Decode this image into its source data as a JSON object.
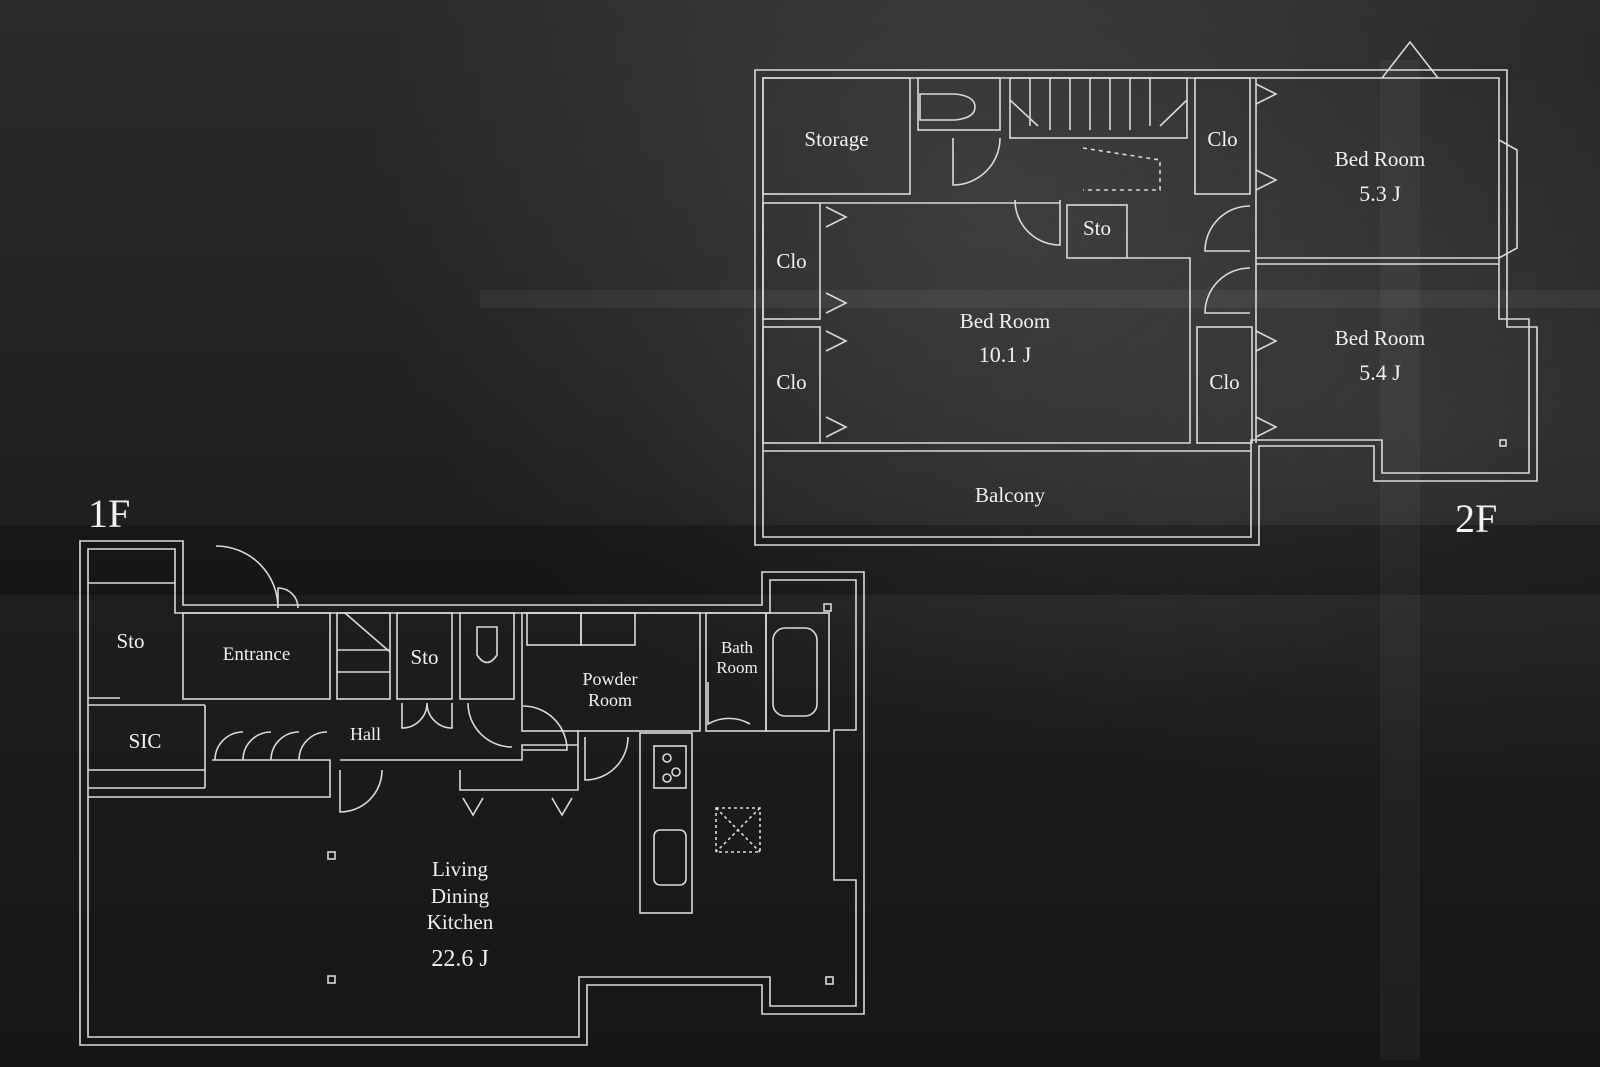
{
  "floors": {
    "first": "1F",
    "second": "2F"
  },
  "rooms_2f": {
    "storage": "Storage",
    "clo_top": "Clo",
    "bed_a": "Bed Room",
    "bed_a_size": "5.3 J",
    "clo_left_1": "Clo",
    "sto": "Sto",
    "bed_main": "Bed Room",
    "bed_main_size": "10.1 J",
    "clo_left_2": "Clo",
    "clo_right": "Clo",
    "bed_b": "Bed Room",
    "bed_b_size": "5.4 J",
    "balcony": "Balcony"
  },
  "rooms_1f": {
    "sto_left": "Sto",
    "entrance": "Entrance",
    "sto_mid": "Sto",
    "powder": "Powder\nRoom",
    "bath": "Bath\nRoom",
    "sic": "SIC",
    "hall": "Hall",
    "ldk": "Living\nDining\nKitchen",
    "ldk_size": "22.6 J"
  },
  "colors": {
    "line": "#d9d9d9",
    "text": "#f1f1f1"
  }
}
